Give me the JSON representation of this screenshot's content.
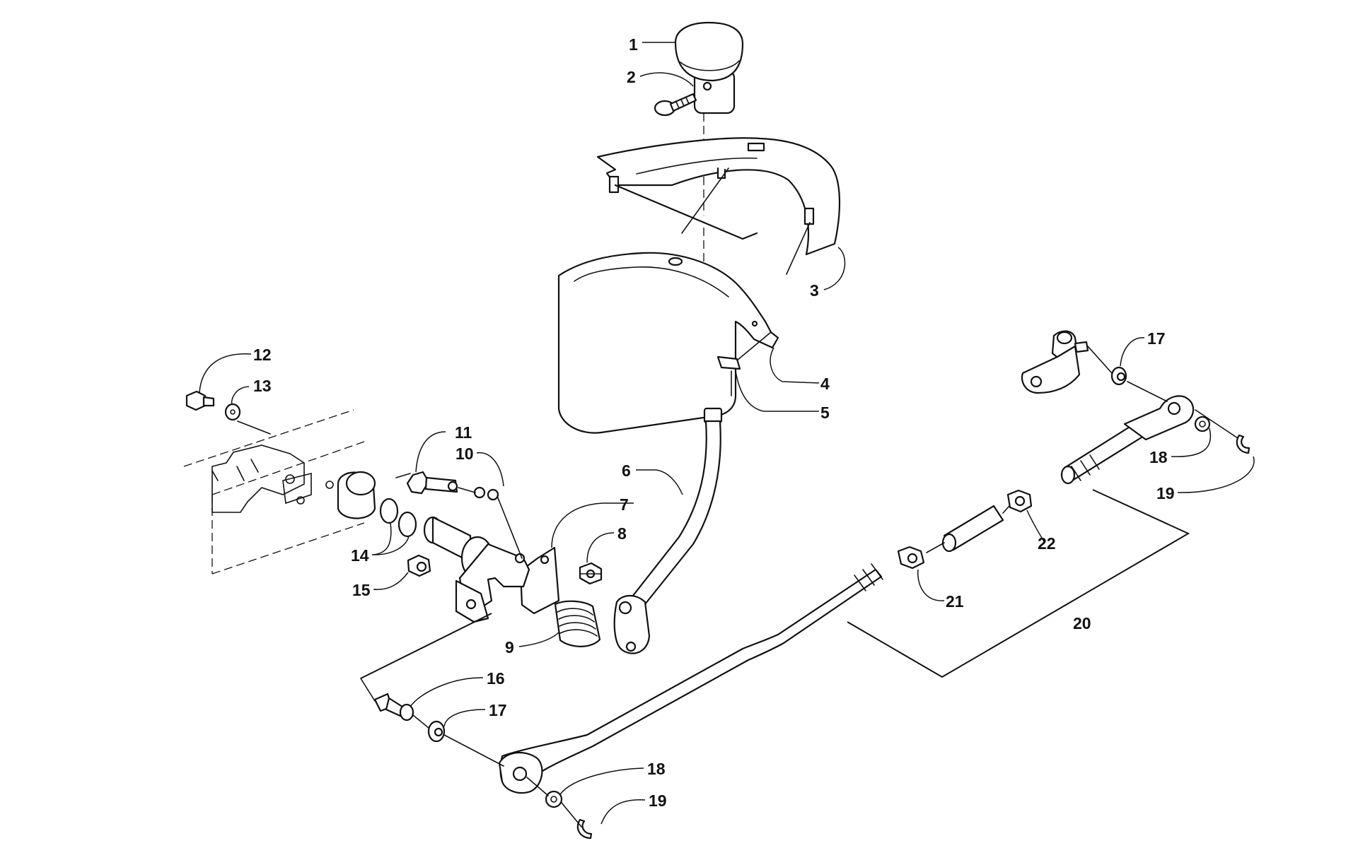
{
  "callouts": {
    "c1": "1",
    "c2": "2",
    "c3": "3",
    "c4": "4",
    "c5": "5",
    "c6": "6",
    "c7": "7",
    "c8": "8",
    "c9": "9",
    "c10": "10",
    "c11": "11",
    "c12": "12",
    "c13": "13",
    "c14": "14",
    "c15": "15",
    "c16": "16",
    "c17a": "17",
    "c17b": "17",
    "c18a": "18",
    "c18b": "18",
    "c19a": "19",
    "c19b": "19",
    "c20": "20",
    "c21": "21",
    "c22": "22"
  }
}
